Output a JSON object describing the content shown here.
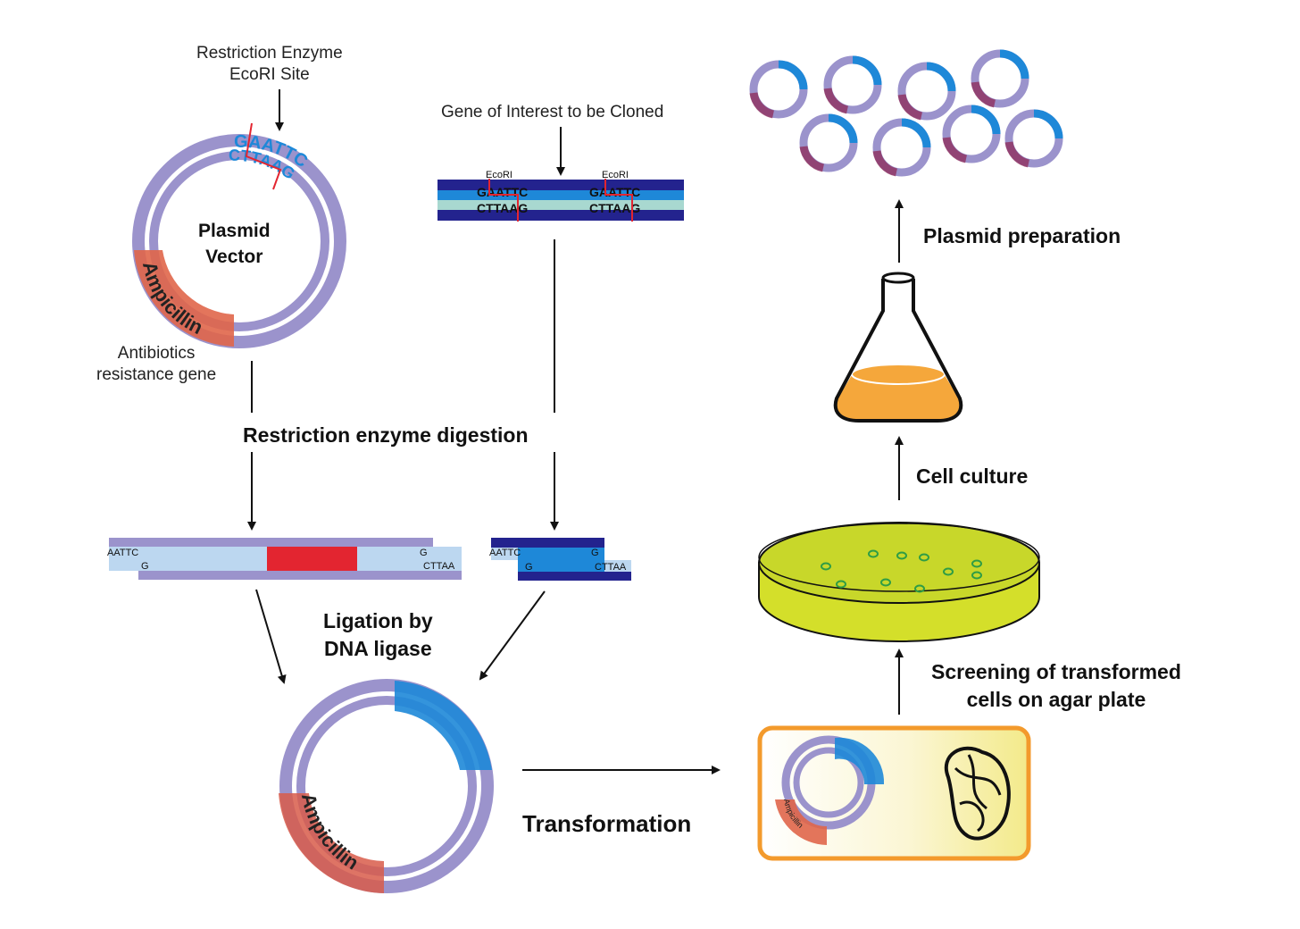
{
  "labels": {
    "restriction_site": "Restriction Enzyme\nEcoRI Site",
    "gene_of_interest": "Gene of Interest to be Cloned",
    "plasmid_vector": "Plasmid\nVector",
    "antibiotics": "Antibiotics\nresistance gene",
    "digestion": "Restriction enzyme digestion",
    "ligation": "Ligation by\nDNA ligase",
    "transformation": "Transformation",
    "screening": "Screening of transformed\ncells on agar plate",
    "cell_culture": "Cell culture",
    "plasmid_prep": "Plasmid preparation"
  },
  "sequences": {
    "top_strand": "GAATTC",
    "bottom_strand": "CTTAAG",
    "ecori": "EcoRI",
    "sticky_aattc": "AATTC",
    "sticky_g": "G",
    "sticky_cttaa": "CTTAA",
    "ampicillin": "Ampicillin"
  },
  "colors": {
    "plasmid": "#9b93cc",
    "ampicillin": "#e0664a",
    "gene": "#1e88d8",
    "dark_blue": "#23238e",
    "light_blue": "#bcd7f0",
    "insert_red": "#e32530",
    "media": "#f5a73b",
    "agar": "#d4df2a",
    "cell_border": "#f39a2c"
  }
}
